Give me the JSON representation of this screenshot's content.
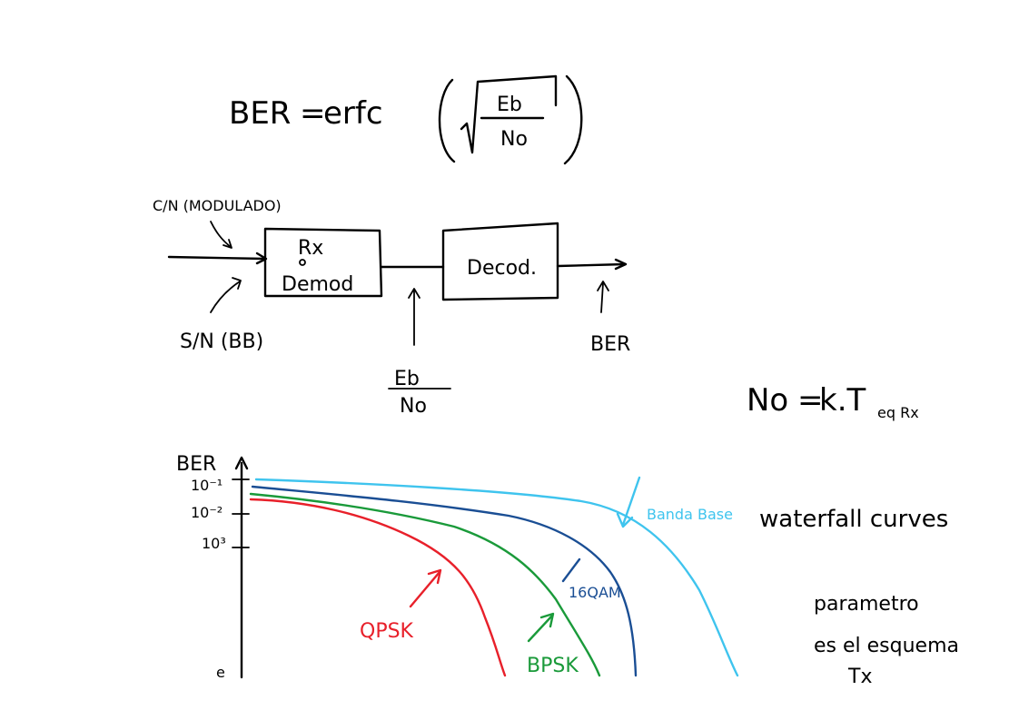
{
  "formula": {
    "lhs": "BER",
    "equals": "=",
    "func": "erfc",
    "numerator": "Eb",
    "denominator": "No"
  },
  "block_diagram": {
    "input_top_label": "C/N (MODULADO)",
    "input_bottom_label": "S/N (BB)",
    "demod_line1": "Rx",
    "demod_line2": "Demod",
    "decoder_label": "Decod.",
    "mid_label_num": "Eb",
    "mid_label_den": "No",
    "output_label": "BER"
  },
  "noise_formula": {
    "lhs": "No",
    "equals": "=",
    "rhs": "k.T",
    "subscript": "eq Rx"
  },
  "chart_data": {
    "type": "line",
    "ylabel": "BER",
    "xlabel": "",
    "y_ticks": [
      "10⁻¹",
      "10⁻²",
      "10³"
    ],
    "series": [
      {
        "name": "QPSK",
        "color": "#e8202a"
      },
      {
        "name": "BPSK",
        "color": "#1a9a3a"
      },
      {
        "name": "16QAM",
        "color": "#1a4e94"
      },
      {
        "name": "Banda Base",
        "color": "#3fc4ee"
      }
    ]
  },
  "notes": {
    "waterfall": "waterfall curves",
    "parametro_line1": "parametro",
    "parametro_line2": "es el esquema",
    "parametro_line3": "Tx"
  }
}
